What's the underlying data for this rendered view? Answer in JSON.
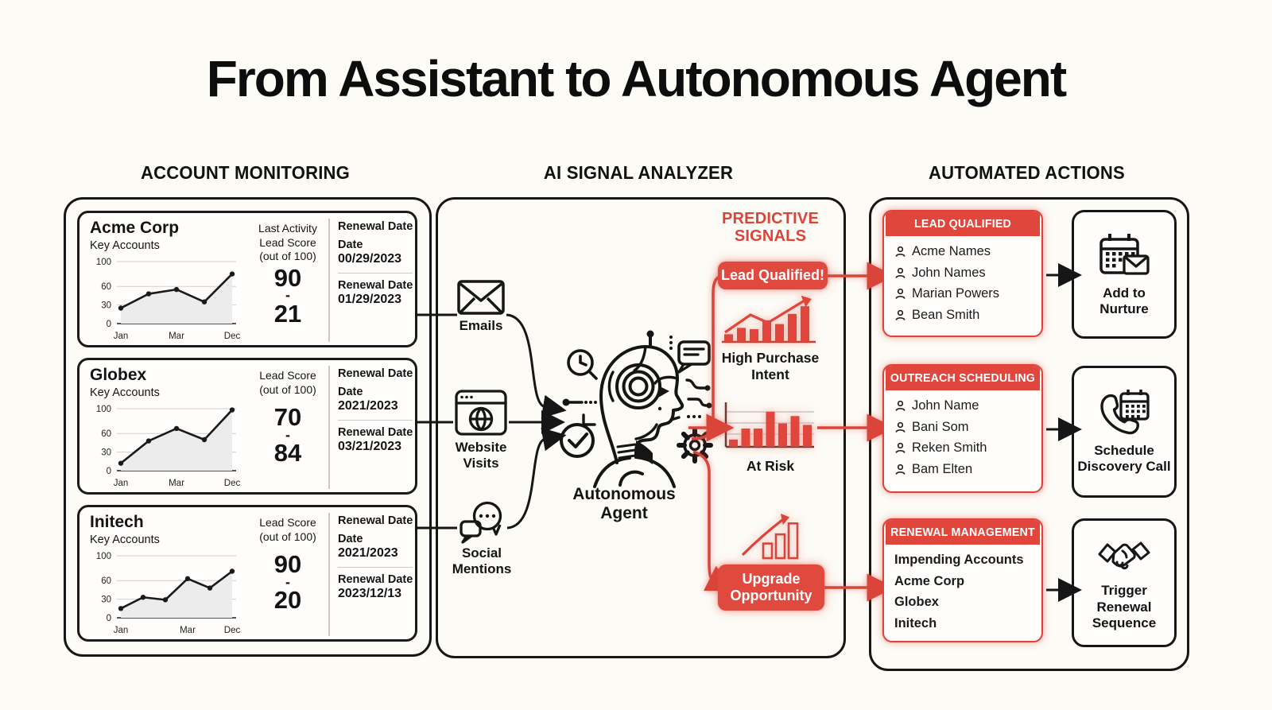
{
  "title": "From Assistant to Autonomous Agent",
  "columns": {
    "monitoring": {
      "heading": "ACCOUNT MONITORING"
    },
    "analyzer": {
      "heading": "AI SIGNAL ANALYZER"
    },
    "actions": {
      "heading": "AUTOMATED ACTIONS"
    }
  },
  "accounts": [
    {
      "name": "Acme Corp",
      "subtitle": "Key Accounts",
      "meta1": "Last Activity",
      "meta2": "Lead Score",
      "meta3": "(out of 100)",
      "score_main": "90",
      "score_dash": "-",
      "score_secondary": "21",
      "renewal_header": "Renewal Date",
      "date_label": "Date",
      "date_value": "00/29/2023",
      "renewal_label": "Renewal Date",
      "renewal_value": "01/29/2023"
    },
    {
      "name": "Globex",
      "subtitle": "Key Accounts",
      "meta1": "Lead Score",
      "meta2": "(out of 100)",
      "meta3": "",
      "score_main": "70",
      "score_dash": "-",
      "score_secondary": "84",
      "renewal_header": "Renewal Date",
      "date_label": "Date",
      "date_value": "2021/2023",
      "renewal_label": "Renewal Date",
      "renewal_value": "03/21/2023"
    },
    {
      "name": "Initech",
      "subtitle": "Key Accounts",
      "meta1": "Lead Score",
      "meta2": "(out of 100)",
      "meta3": "",
      "score_main": "90",
      "score_dash": "-",
      "score_secondary": "20",
      "renewal_header": "Renewal Date",
      "date_label": "Date",
      "date_value": "2021/2023",
      "renewal_label": "Renewal Date",
      "renewal_value": "2023/12/13"
    }
  ],
  "sources": [
    {
      "label": "Emails",
      "icon": "envelope-icon"
    },
    {
      "label": "Website Visits",
      "icon": "browser-globe-icon"
    },
    {
      "label": "Social Mentions",
      "icon": "chat-bubbles-icon"
    }
  ],
  "agent": {
    "label": "Autonomous Agent",
    "icon": "robot-head-icon"
  },
  "signals": {
    "heading": "PREDICTIVE SIGNALS",
    "lead_badge": "Lead Qualified!",
    "high_purchase_label": "High Purchase Intent",
    "at_risk_label": "At Risk",
    "upgrade_badge": "Upgrade Opportunity"
  },
  "action_cards": [
    {
      "header": "LEAD QUALIFIED",
      "items": [
        "Acme Names",
        "John Names",
        "Marian Powers",
        "Bean Smith"
      ]
    },
    {
      "header": "OUTREACH SCHEDULING",
      "items": [
        "John Name",
        "Bani Som",
        "Reken Smith",
        "Bam Elten"
      ]
    },
    {
      "header": "RENEWAL MANAGEMENT",
      "items": [
        "Impending Accounts",
        "Acme Corp",
        "Globex",
        "Initech"
      ]
    }
  ],
  "action_boxes": [
    {
      "label": "Add to Nurture",
      "icon": "calendar-envelope-icon"
    },
    {
      "label": "Schedule Discovery Call",
      "icon": "phone-calendar-icon"
    },
    {
      "label": "Trigger Renewal Sequence",
      "icon": "handshake-icon"
    }
  ],
  "colors": {
    "accent_red": "#E0463B",
    "line_red": "#D9453A",
    "ink": "#161616",
    "background": "#FDFBF6"
  },
  "chart_data": [
    {
      "id": "acme-trend",
      "type": "line",
      "variant": "line-mini",
      "title": "Acme Corp Key Accounts trend",
      "x_labels": [
        "Jan",
        "Mar",
        "Dec"
      ],
      "yticks": [
        100,
        60,
        30,
        0
      ],
      "ylim": [
        0,
        100
      ],
      "values": [
        25,
        48,
        55,
        35,
        80
      ],
      "grid": true
    },
    {
      "id": "globex-trend",
      "type": "line",
      "variant": "line-mini",
      "title": "Globex Key Accounts trend",
      "x_labels": [
        "Jan",
        "Mar",
        "Dec"
      ],
      "yticks": [
        100,
        60,
        30,
        0
      ],
      "ylim": [
        0,
        100
      ],
      "values": [
        12,
        48,
        68,
        50,
        98
      ],
      "grid": true
    },
    {
      "id": "initech-trend",
      "type": "line",
      "variant": "line-mini",
      "title": "Initech Key Accounts trend",
      "x_labels": [
        "Jan",
        "Mar",
        "Dec"
      ],
      "yticks": [
        100,
        60,
        30,
        0
      ],
      "ylim": [
        0,
        100
      ],
      "values": [
        15,
        33,
        29,
        63,
        48,
        75
      ],
      "grid": true
    },
    {
      "id": "high-purchase-intent",
      "type": "bar",
      "variant": "bars-trend",
      "title": "High Purchase Intent",
      "values": [
        12,
        22,
        20,
        34,
        28,
        44,
        56
      ],
      "ylim": [
        0,
        60
      ],
      "annotation": "rising zigzag trend arrow",
      "color": "#E0463B"
    },
    {
      "id": "at-risk",
      "type": "bar",
      "variant": "bars-grid",
      "title": "At Risk",
      "values": [
        10,
        25,
        25,
        48,
        32,
        42,
        30
      ],
      "ylim": [
        0,
        50
      ],
      "grid": true,
      "color": "#E0463B"
    },
    {
      "id": "upgrade-opportunity",
      "type": "bar",
      "variant": "bars-outline",
      "title": "Upgrade Opportunity",
      "values": [
        16,
        26,
        38
      ],
      "ylim": [
        0,
        40
      ],
      "annotation": "rising curved arrow",
      "color": "#D9453A"
    }
  ]
}
